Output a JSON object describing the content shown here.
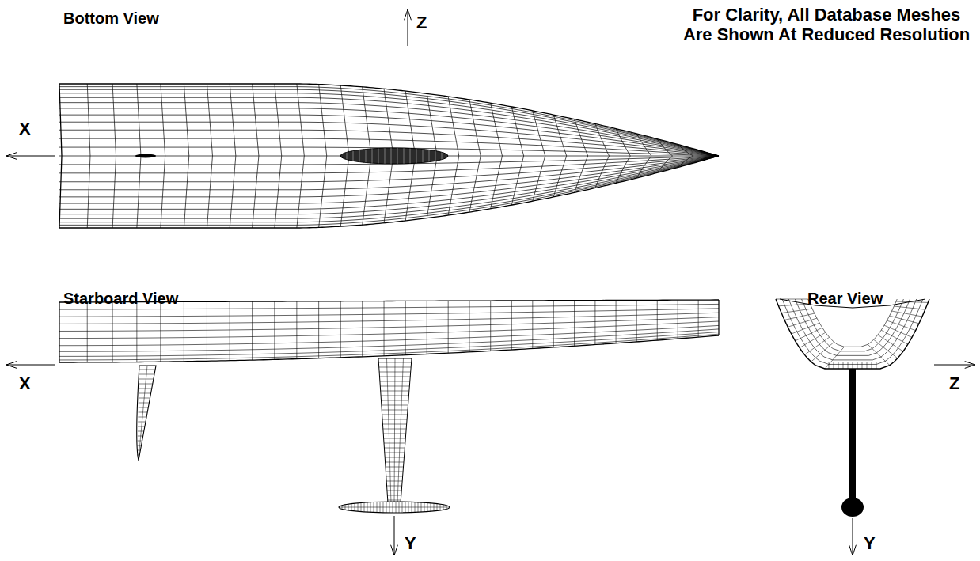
{
  "diagram": {
    "labels": [
      "Bottom View",
      "Z",
      "X",
      "For Clarity, All Database Meshes Are Shown At Reduced Resolution",
      "Starboard View",
      "X",
      "Rear View",
      "Z",
      "Y",
      "Y"
    ]
  }
}
